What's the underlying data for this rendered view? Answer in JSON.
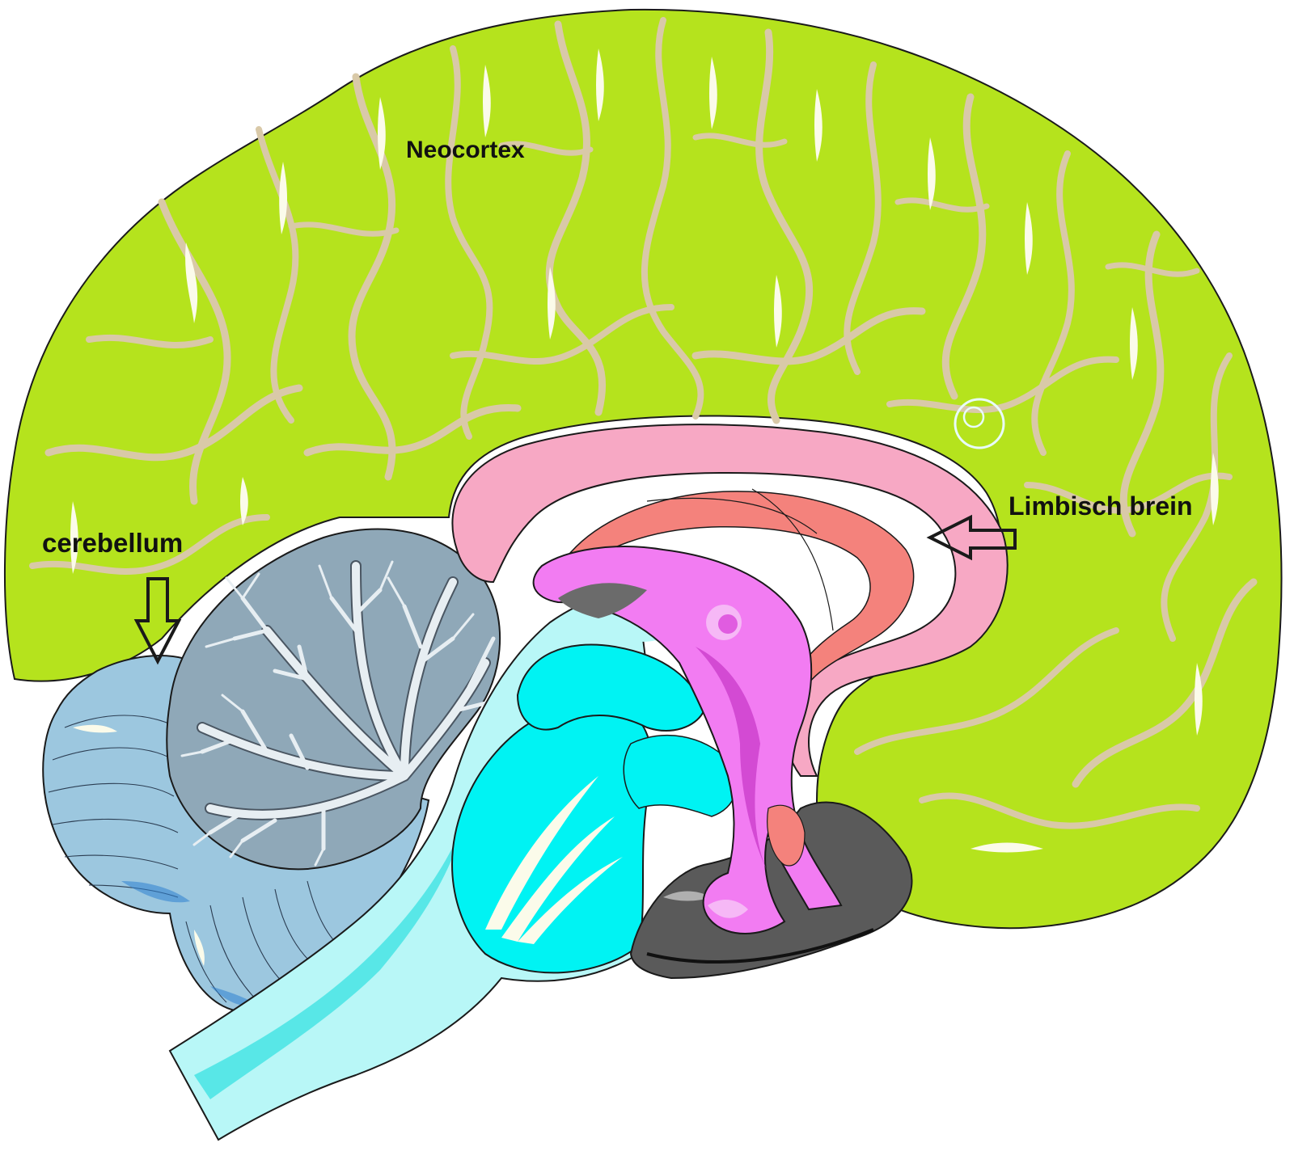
{
  "diagram": {
    "labels": {
      "neocortex": "Neocortex",
      "limbic": "Limbisch brein",
      "cerebellum": "cerebellum"
    },
    "colors": {
      "neocortex": "#b5e31d",
      "neocortex_sulcus": "#d9c9a8",
      "cerebellum": "#9cc7df",
      "cerebellum_arbor": "#8fa8b8",
      "brainstem": "#b8f7f7",
      "midbrain": "#00f3f3",
      "limbic_outer": "#f7a8c4",
      "limbic_inner": "#f4827c",
      "thalamus": "#f27cf2",
      "hypothalamus_shadow": "#5a5a5a"
    },
    "icons": {
      "cerebellum_arrow": "arrow-down-outline-icon",
      "limbic_arrow": "arrow-left-outline-icon"
    }
  }
}
